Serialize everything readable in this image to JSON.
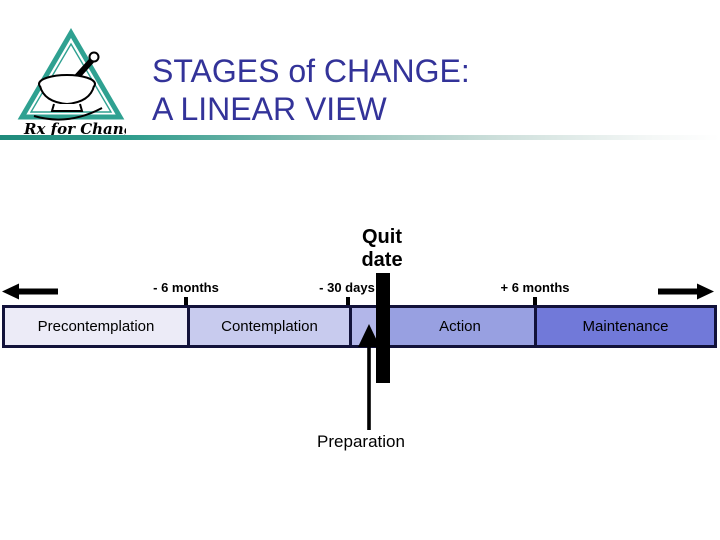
{
  "slide": {
    "logo": {
      "brand": "Rx for Change",
      "triangle_color": "#2fa191"
    },
    "title": {
      "line1": "STAGES of CHANGE:",
      "line2": "A LINEAR VIEW",
      "color": "#333399"
    },
    "divider_color": "#2e9c8c"
  },
  "diagram": {
    "quit_date": {
      "line1": "Quit",
      "line2": "date"
    },
    "time_markers": [
      {
        "label": "- 6 months"
      },
      {
        "label": "- 30 days"
      },
      {
        "label": "+ 6 months"
      }
    ],
    "stages": [
      {
        "label": "Precontemplation",
        "fill": "#ECEBF7"
      },
      {
        "label": "Contemplation",
        "fill": "#C8CBEE"
      },
      {
        "label": "",
        "fill": "#B2B6E9"
      },
      {
        "label": "Action",
        "fill": "#98A0E1"
      },
      {
        "label": "Maintenance",
        "fill": "#7179D9"
      }
    ],
    "preparation_label": "Preparation",
    "bar_border_color": "#12123a",
    "marker_color": "#000000"
  }
}
